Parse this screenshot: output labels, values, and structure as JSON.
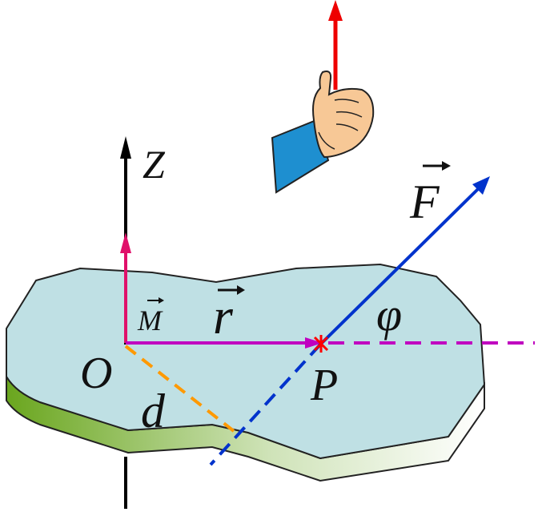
{
  "labels": {
    "z_axis": "Z",
    "force": "F",
    "position": "r",
    "moment": "M",
    "angle": "φ",
    "origin": "O",
    "point": "P",
    "lever_arm": "d"
  },
  "colors": {
    "plate_top": "#bfe0e4",
    "plate_edge_dark": "#6aa61e",
    "plate_edge_light": "#ffffff",
    "z_axis": "#000000",
    "moment_vector": "#e0106a",
    "position_vector": "#c000c0",
    "force_vector": "#0033cc",
    "lever_arm_line": "#ff9900",
    "point_marker": "#ff0000",
    "thumb_arrow": "#ee0000",
    "sleeve": "#1e8fd0",
    "hand": "#f7c896"
  },
  "icons": {
    "hand": "right-hand-thumb-up-icon"
  }
}
